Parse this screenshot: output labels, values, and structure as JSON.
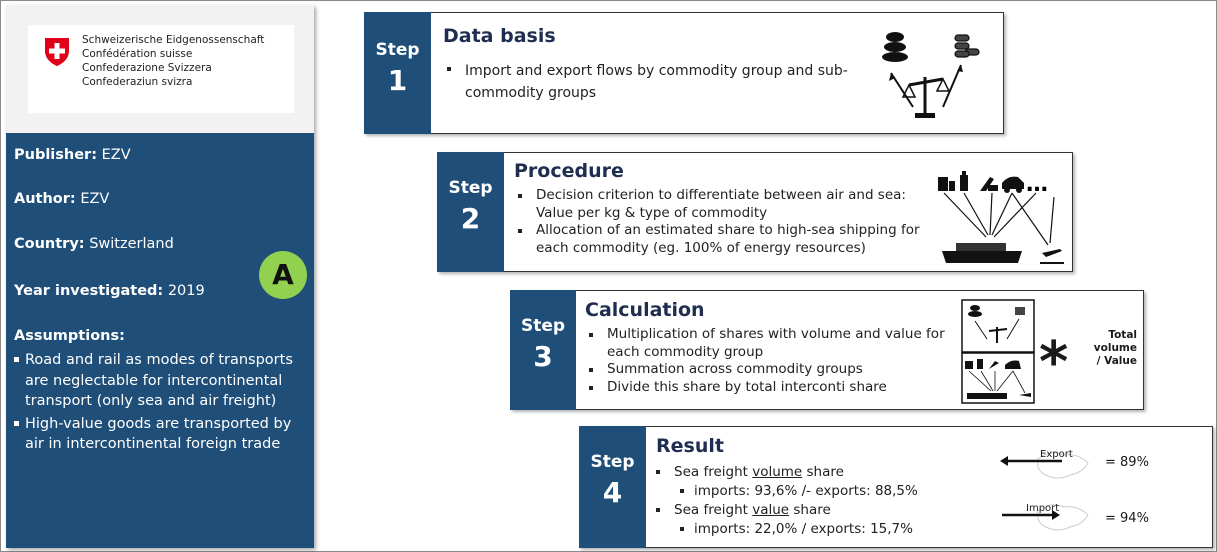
{
  "sidebar": {
    "logo_lines": [
      "Schweizerische Eidgenossenschaft",
      "Confédération suisse",
      "Confederazione Svizzera",
      "Confederaziun svizra"
    ],
    "publisher_label": "Publisher:",
    "publisher_value": "EZV",
    "author_label": "Author:",
    "author_value": "EZV",
    "country_label": "Country:",
    "country_value": "Switzerland",
    "year_label": "Year investigated:",
    "year_value": "2019",
    "badge": "A",
    "assumptions_title": "Assumptions:",
    "assumptions": [
      "Road and rail as modes of transports are neglectable for intercontinental transport (only sea and air freight)",
      "High-value goods are transported by air in intercontinental foreign trade"
    ]
  },
  "steps": [
    {
      "word": "Step",
      "number": "1",
      "title": "Data basis",
      "bullets": [
        "Import and export flows by commodity group and sub-commodity groups"
      ]
    },
    {
      "word": "Step",
      "number": "2",
      "title": "Procedure",
      "bullets": [
        "Decision criterion to differentiate between air and sea: Value per kg & type of commodity",
        "Allocation of an estimated share to high-sea shipping for each commodity (eg. 100% of energy resources)"
      ],
      "dots": "…"
    },
    {
      "word": "Step",
      "number": "3",
      "title": "Calculation",
      "bullets": [
        "Multiplication of shares with volume and value for each commodity group",
        "Summation across commodity groups",
        "Divide this share by total interconti share"
      ],
      "star": "*",
      "total_label_1": "Total volume",
      "total_label_2": "/ Value"
    },
    {
      "word": "Step",
      "number": "4",
      "title": "Result",
      "b1_prefix": "Sea freight ",
      "b1_u": "volume",
      "b1_suffix": " share",
      "b1_sub": "imports: 93,6% /- exports: 88,5%",
      "b2_prefix": "Sea freight ",
      "b2_u": "value",
      "b2_suffix": " share",
      "b2_sub": "imports: 22,0% / exports: 15,7%",
      "export_label": "Export",
      "export_value": "= 89%",
      "import_label": "Import",
      "import_value": "= 94%"
    }
  ],
  "colors": {
    "navy": "#1f4e79",
    "badge_green": "#92d050"
  }
}
